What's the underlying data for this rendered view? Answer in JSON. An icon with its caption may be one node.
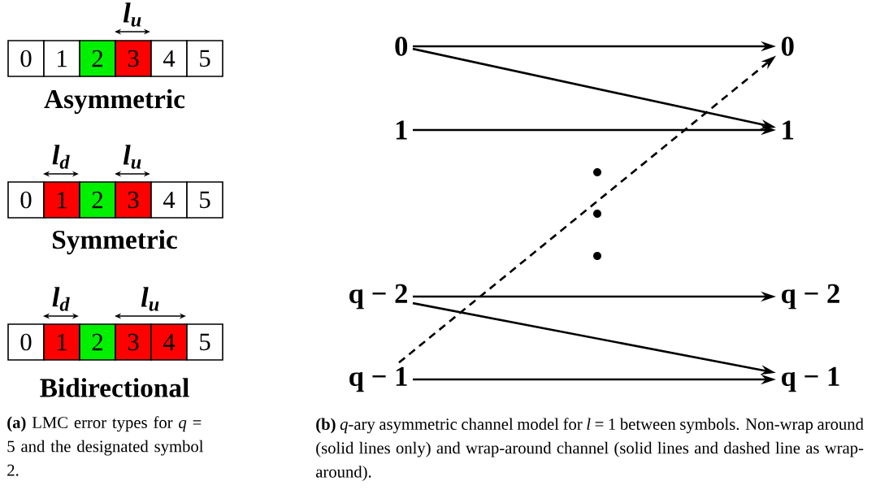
{
  "diagram": {
    "nodes": [
      {
        "text": [
          "0"
        ]
      },
      {
        "text": [
          "1"
        ]
      },
      {
        "text": [
          "2"
        ]
      },
      {
        "text": [
          "3"
        ]
      },
      {
        "text": [
          "4"
        ]
      },
      {
        "text": [
          "5"
        ]
      },
      {
        "text": [
          "0"
        ]
      },
      {
        "text": [
          "1"
        ]
      },
      {
        "text": [
          "2"
        ]
      },
      {
        "text": [
          "3"
        ]
      },
      {
        "text": [
          "4"
        ]
      },
      {
        "text": [
          "5"
        ]
      },
      {
        "text": [
          "0"
        ]
      },
      {
        "text": [
          "1"
        ]
      },
      {
        "text": [
          "2"
        ]
      },
      {
        "text": [
          "3"
        ]
      },
      {
        "text": [
          "4"
        ]
      },
      {
        "text": [
          "5"
        ]
      },
      {
        "text": [
          "0"
        ]
      },
      {
        "text": [
          "1"
        ]
      },
      {
        "text": [
          "q − 2"
        ]
      },
      {
        "text": [
          "q − 1"
        ]
      },
      {
        "text": [
          "0"
        ]
      },
      {
        "text": [
          "1"
        ]
      },
      {
        "text": [
          "q − 2"
        ]
      },
      {
        "text": [
          "q − 1"
        ]
      }
    ],
    "edges": [
      {
        "from": 18,
        "to": 22,
        "arrow": "to"
      },
      {
        "from": 18,
        "to": 23,
        "arrow": "to"
      },
      {
        "from": 19,
        "to": 23,
        "arrow": "to"
      },
      {
        "from": 20,
        "to": 24,
        "arrow": "to"
      },
      {
        "from": 20,
        "to": 25,
        "arrow": "to"
      },
      {
        "from": 21,
        "to": 25,
        "arrow": "to"
      },
      {
        "from": 21,
        "to": 22,
        "arrow": "to",
        "style": "dashed"
      }
    ],
    "labels": [
      "l$_{u}$",
      "Asymmetric",
      "l$_{d}$",
      "l$_{u}$",
      "Symmetric",
      "l$_{d}$",
      "l$_{u}$",
      "Bidirectional",
      "**(a)** LMC error types for *q* = 5 and the designated symbol 2.",
      "**(b)** *q*-ary asymmetric channel model for *l* = 1 between symbols. Non-wrap around (solid lines only) and wrap-around channel (solid lines and dashed line as wrap-around)."
    ]
  }
}
